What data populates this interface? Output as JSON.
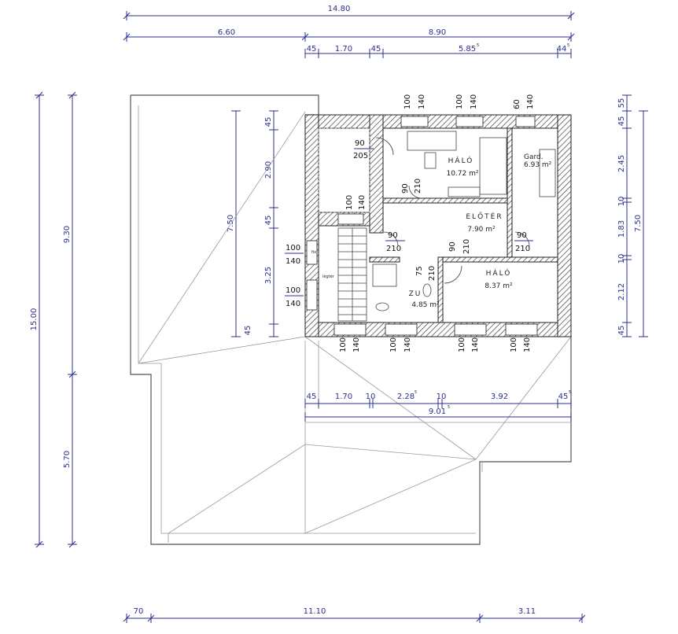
{
  "dimensions": {
    "top_total": "14.80",
    "top_left": "6.60",
    "top_right": "8.90",
    "top_segments": [
      "45",
      "1.70",
      "45",
      "5.85",
      "44"
    ],
    "top_segment_sup": [
      "",
      "",
      "",
      "5",
      "5"
    ],
    "left_outer": "15.00",
    "left_upper": "9.30",
    "left_lower": "5.70",
    "inner_left_7_50": "7.50",
    "inner_left_segments": [
      "45",
      "2.90",
      "45",
      "3.25",
      "45"
    ],
    "right_total": "7.50",
    "right_segments": [
      "45",
      "55",
      "2.45",
      "10",
      "1.83",
      "10",
      "2.12",
      "45"
    ],
    "mid_segments": [
      "45",
      "1.70",
      "10",
      "2.28",
      "10",
      "3.92",
      "45"
    ],
    "mid_segment_sup": [
      "",
      "",
      "",
      "5",
      "",
      "",
      "5"
    ],
    "mid_total": "9.01",
    "mid_total_sup": "5",
    "bottom_segments": [
      "70",
      "11.10",
      "3.11"
    ]
  },
  "openings": {
    "top_windows": [
      {
        "w": "100",
        "h": "140"
      },
      {
        "w": "100",
        "h": "140"
      },
      {
        "w": "60",
        "h": "140"
      }
    ],
    "left_windows": [
      {
        "w": "100",
        "h": "140"
      },
      {
        "w": "100",
        "h": "140"
      }
    ],
    "stair_window": {
      "w": "100",
      "h": "140"
    },
    "bottom_windows": [
      {
        "w": "100",
        "h": "140"
      },
      {
        "w": "100",
        "h": "140"
      },
      {
        "w": "100",
        "h": "140"
      },
      {
        "w": "100",
        "h": "140"
      }
    ],
    "doors": [
      {
        "w": "90",
        "h": "205"
      },
      {
        "w": "90",
        "h": "210"
      },
      {
        "w": "90",
        "h": "210"
      },
      {
        "w": "90",
        "h": "210"
      },
      {
        "w": "90",
        "h": "210"
      },
      {
        "w": "75",
        "h": "210"
      }
    ]
  },
  "rooms": [
    {
      "name": "HÁLÓ",
      "area": "10.72 m²"
    },
    {
      "name": "Gard.",
      "area": "6.93 m²"
    },
    {
      "name": "ELŐTÉR",
      "area": "7.90 m²"
    },
    {
      "name": "HÁLÓ",
      "area": "8.37 m²"
    },
    {
      "name": "ZU",
      "area": "4.85 m²"
    }
  ],
  "labels": {
    "vent": "légtér",
    "window_mark": "fix"
  },
  "colors": {
    "dimension": "#2b2f8c",
    "wall": "#222222"
  }
}
